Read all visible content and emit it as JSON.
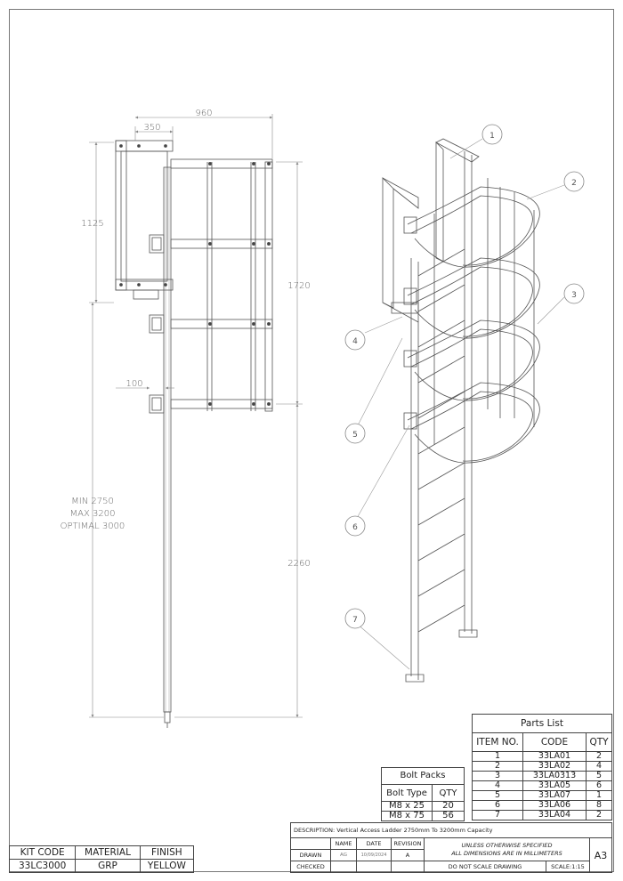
{
  "dimensions": {
    "width_960": "960",
    "width_350": "350",
    "height_1125": "1125",
    "height_1720": "1720",
    "offset_100": "100",
    "height_2260": "2260",
    "length_min": "MIN 2750",
    "length_max": "MAX 3200",
    "length_optimal": "OPTIMAL 3000"
  },
  "balloons": [
    "1",
    "2",
    "3",
    "4",
    "5",
    "6",
    "7"
  ],
  "parts_list": {
    "title": "Parts List",
    "headers": [
      "ITEM NO.",
      "CODE",
      "QTY"
    ],
    "rows": [
      {
        "item": "1",
        "code": "33LA01",
        "qty": "2"
      },
      {
        "item": "2",
        "code": "33LA02",
        "qty": "4"
      },
      {
        "item": "3",
        "code": "33LA0313",
        "qty": "5"
      },
      {
        "item": "4",
        "code": "33LA05",
        "qty": "6"
      },
      {
        "item": "5",
        "code": "33LA07",
        "qty": "1"
      },
      {
        "item": "6",
        "code": "33LA06",
        "qty": "8"
      },
      {
        "item": "7",
        "code": "33LA04",
        "qty": "2"
      }
    ]
  },
  "bolt_packs": {
    "title": "Bolt Packs",
    "headers": [
      "Bolt Type",
      "QTY"
    ],
    "rows": [
      {
        "type": "M8 x 25",
        "qty": "20"
      },
      {
        "type": "M8 x 75",
        "qty": "56"
      }
    ]
  },
  "kit": {
    "headers": [
      "KIT CODE",
      "MATERIAL",
      "FINISH"
    ],
    "values": [
      "33LC3000",
      "GRP",
      "YELLOW"
    ]
  },
  "title_block": {
    "description_label": "DESCRIPTION:",
    "description": "Vertical Access Ladder 2750mm To 3200mm Capacity",
    "col_name": "NAME",
    "col_date": "DATE",
    "col_revision": "REVISION",
    "drawn_label": "DRAWN",
    "drawn_name": "AG",
    "drawn_date": "10/09/2024",
    "revision": "A",
    "checked_label": "CHECKED",
    "note_line1": "UNLESS OTHERWISE SPECIFIED",
    "note_line2": "ALL DIMENSIONS ARE IN MILLIMETERS",
    "do_not_scale": "DO NOT SCALE DRAWING",
    "scale": "SCALE:1:15",
    "sheet_size": "A3"
  }
}
